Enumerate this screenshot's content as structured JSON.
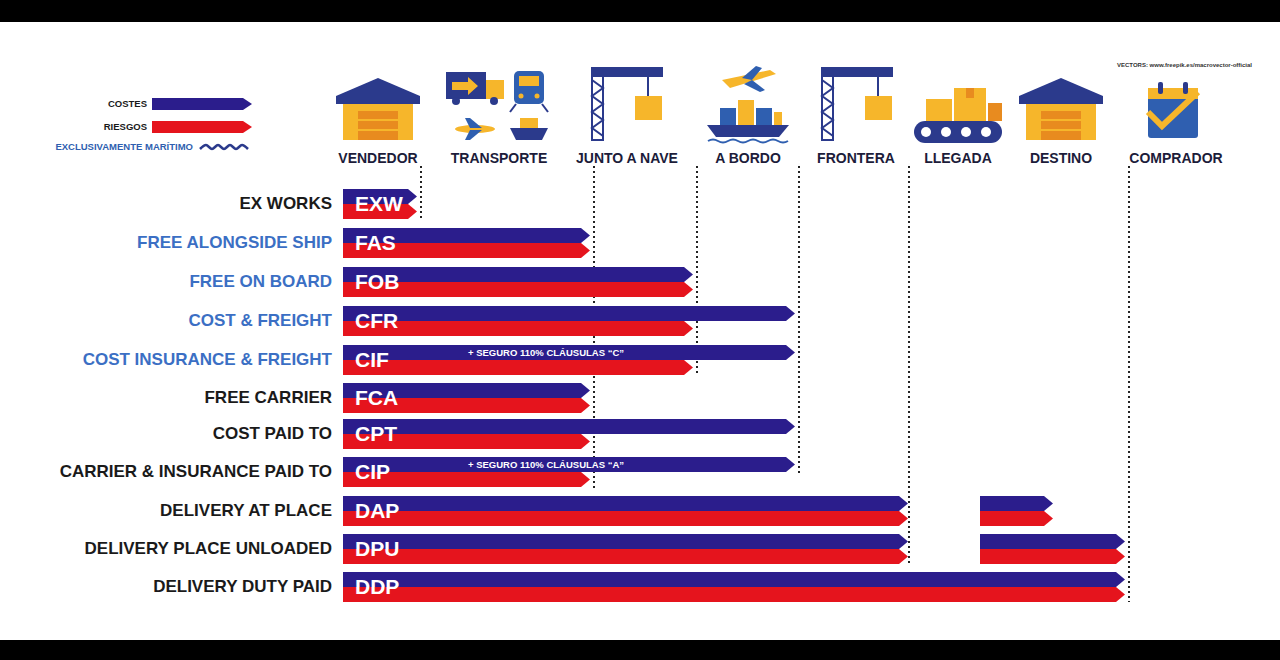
{
  "diagram": {
    "nodes": [
      {
        "text": [
          "EXW"
        ]
      },
      {
        "text": [
          "FAS"
        ]
      },
      {
        "text": [
          "FOB"
        ]
      },
      {
        "text": [
          "CFR"
        ]
      },
      {
        "text": [
          "CIF",
          "+ SEGURO 110% CLÁUSULAS “C”"
        ]
      },
      {
        "text": [
          "FCA"
        ]
      },
      {
        "text": [
          "CPT"
        ]
      },
      {
        "text": [
          "CIP",
          "+ SEGURO 110% CLÁUSULAS “A”"
        ]
      },
      {
        "text": [
          "DAP"
        ]
      },
      {
        "text": [
          "DPU"
        ]
      },
      {
        "text": [
          "DDP"
        ]
      }
    ],
    "labels": [
      "VECTORS: www.freepik.es/macrovector-official",
      "VENDEDOR",
      "TRANSPORTE",
      "JUNTO A NAVE",
      "A BORDO",
      "FRONTERA",
      "LLEGADA",
      "DESTINO",
      "COMPRADOR",
      "EX WORKS",
      "FREE ALONGSIDE SHIP",
      "FREE ON BOARD",
      "COST & FREIGHT",
      "COST INSURANCE & FREIGHT",
      "FREE CARRIER",
      "COST PAID TO",
      "CARRIER & INSURANCE PAID TO",
      "DELIVERY AT PLACE",
      "DELIVERY PLACE UNLOADED",
      "DELIVERY DUTY PAID"
    ],
    "legend": [
      {
        "text": "COSTES",
        "color": "#2b1d8c"
      },
      {
        "text": "RIESGOS",
        "color": "#e5141d"
      },
      {
        "text": "EXCLUSIVAMENTE MARÍTIMO"
      }
    ]
  }
}
